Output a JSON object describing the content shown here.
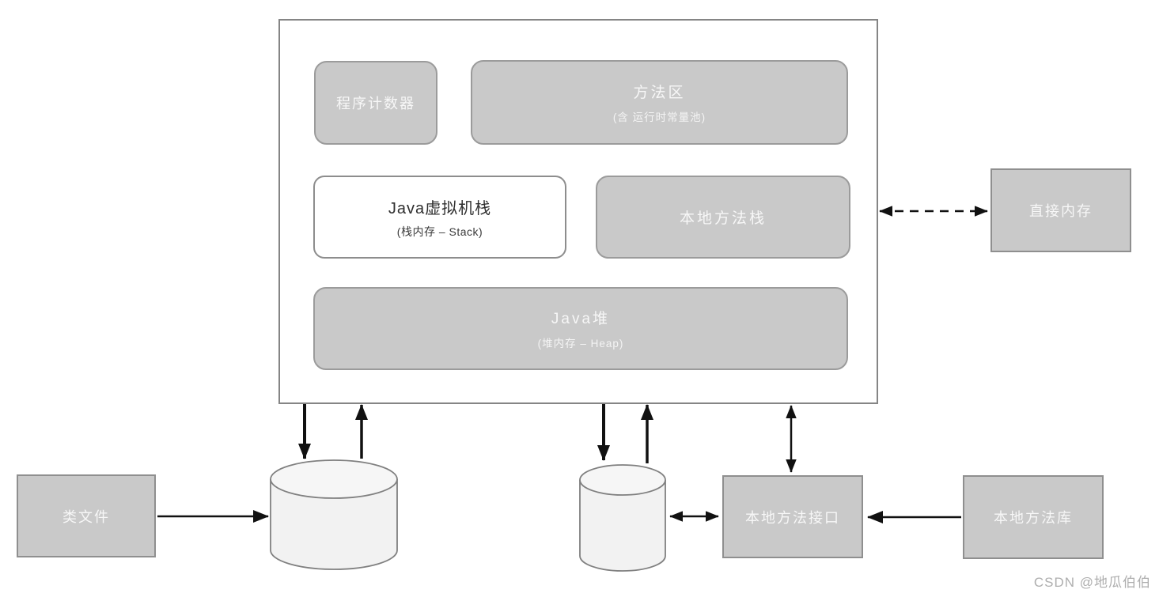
{
  "boxes": {
    "program_counter": {
      "label": "程序计数器"
    },
    "method_area": {
      "label": "方法区",
      "sublabel": "(含 运行时常量池)"
    },
    "jvm_stack": {
      "label": "Java虚拟机栈",
      "sublabel": "(栈内存 – Stack)"
    },
    "native_method_stack": {
      "label": "本地方法栈"
    },
    "java_heap": {
      "label": "Java堆",
      "sublabel": "(堆内存 – Heap)"
    },
    "direct_memory": {
      "label": "直接内存"
    },
    "class_file": {
      "label": "类文件"
    },
    "native_method_interface": {
      "label": "本地方法接口"
    },
    "native_method_library": {
      "label": "本地方法库"
    }
  },
  "watermark": "CSDN @地瓜伯伯",
  "colors": {
    "box_fill": "#c9c9c9",
    "box_border": "#9b9b9b",
    "box_text": "#f7f7f7",
    "white_box_fill": "#ffffff",
    "white_box_text": "#2f2f2f",
    "outer_border": "#858585",
    "arrow": "#111111",
    "cylinder_fill": "#f2f2f2",
    "cylinder_stroke": "#808080",
    "watermark_text": "#aeaeae"
  }
}
